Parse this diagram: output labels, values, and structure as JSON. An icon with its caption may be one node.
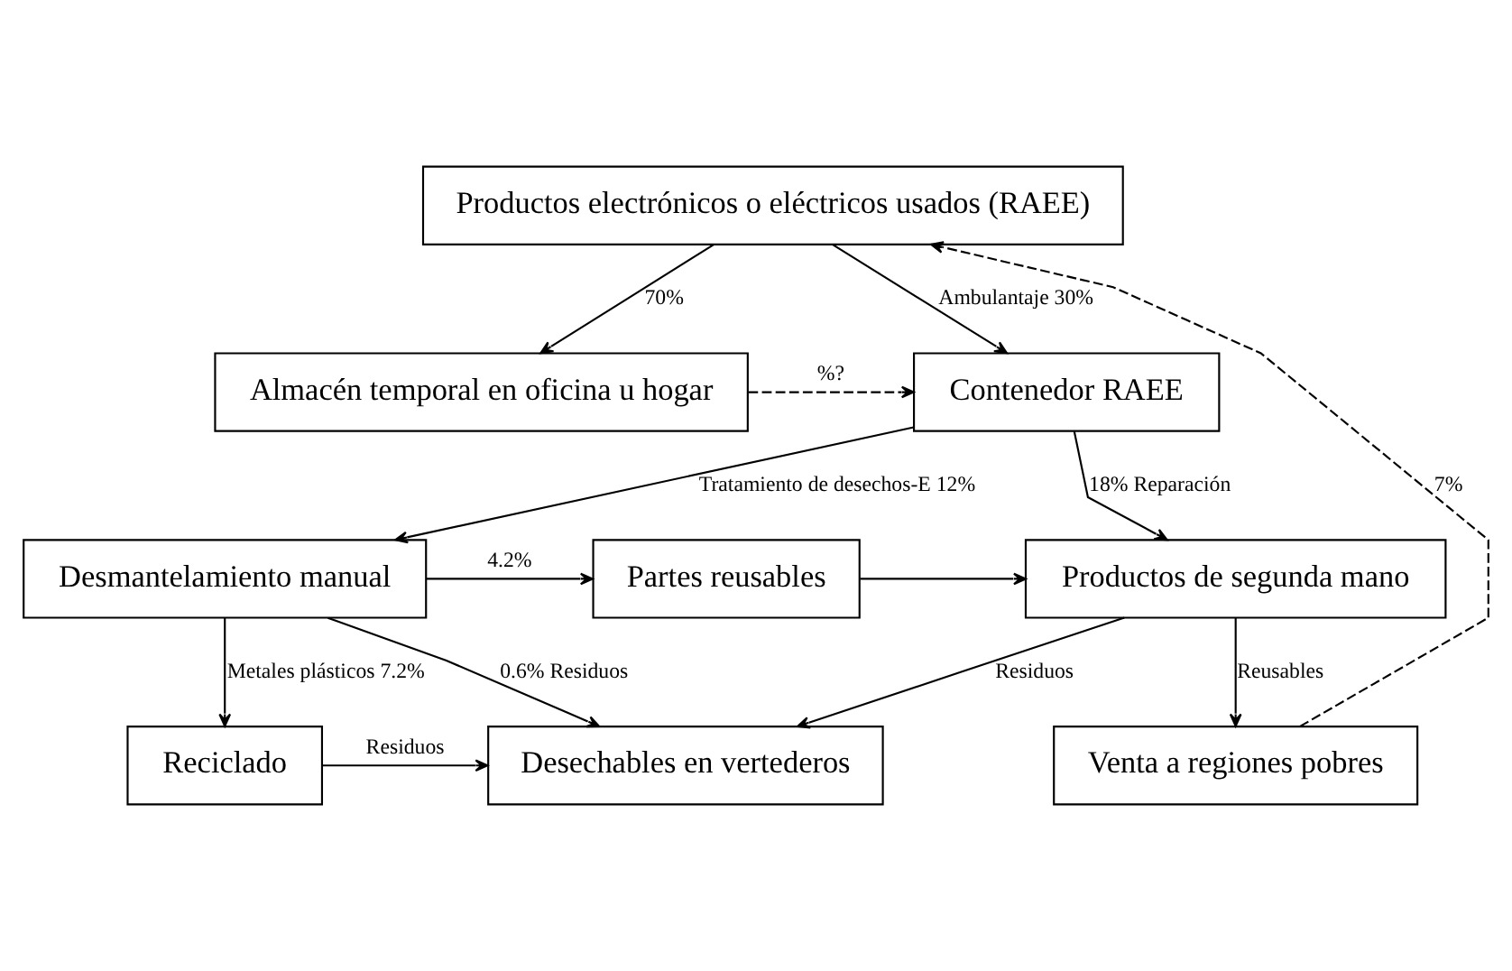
{
  "diagram": {
    "nodes": [
      {
        "text": [
          "Productos electrónicos o eléctricos usados (RAEE)"
        ]
      },
      {
        "text": [
          "Almacén temporal en oficina u hogar"
        ]
      },
      {
        "text": [
          "Contenedor RAEE"
        ]
      },
      {
        "text": [
          "Desmantelamiento manual"
        ]
      },
      {
        "text": [
          "Partes reusables"
        ]
      },
      {
        "text": [
          "Productos de segunda mano"
        ]
      },
      {
        "text": [
          "Reciclado"
        ]
      },
      {
        "text": [
          "Desechables en vertederos"
        ]
      },
      {
        "text": [
          "Venta a regiones pobres"
        ]
      }
    ],
    "edges": [
      {
        "from": 0,
        "to": 1,
        "arrow": "to",
        "label": "70%"
      },
      {
        "from": 0,
        "to": 2,
        "arrow": "to",
        "label": "Ambulantaje 30%"
      },
      {
        "from": 1,
        "to": 2,
        "arrow": "to",
        "label": "%?",
        "style": "dashed"
      },
      {
        "from": 2,
        "to": 3,
        "arrow": "to",
        "label": "Tratamiento de desechos-E 12%"
      },
      {
        "from": 2,
        "to": 5,
        "arrow": "to",
        "label": "18% Reparación"
      },
      {
        "from": 3,
        "to": 4,
        "arrow": "to",
        "label": "4.2%"
      },
      {
        "from": 3,
        "to": 6,
        "arrow": "to",
        "label": "Metales plásticos 7.2%"
      },
      {
        "from": 3,
        "to": 7,
        "arrow": "to",
        "label": "0.6% Residuos"
      },
      {
        "from": 4,
        "to": 5,
        "arrow": "to"
      },
      {
        "from": 5,
        "to": 7,
        "arrow": "to",
        "label": "Residuos"
      },
      {
        "from": 5,
        "to": 8,
        "arrow": "to",
        "label": "Reusables"
      },
      {
        "from": 6,
        "to": 7,
        "arrow": "to",
        "label": "Residuos"
      },
      {
        "from": 8,
        "to": 0,
        "arrow": "to",
        "label": "7%",
        "style": "dashed"
      }
    ]
  }
}
